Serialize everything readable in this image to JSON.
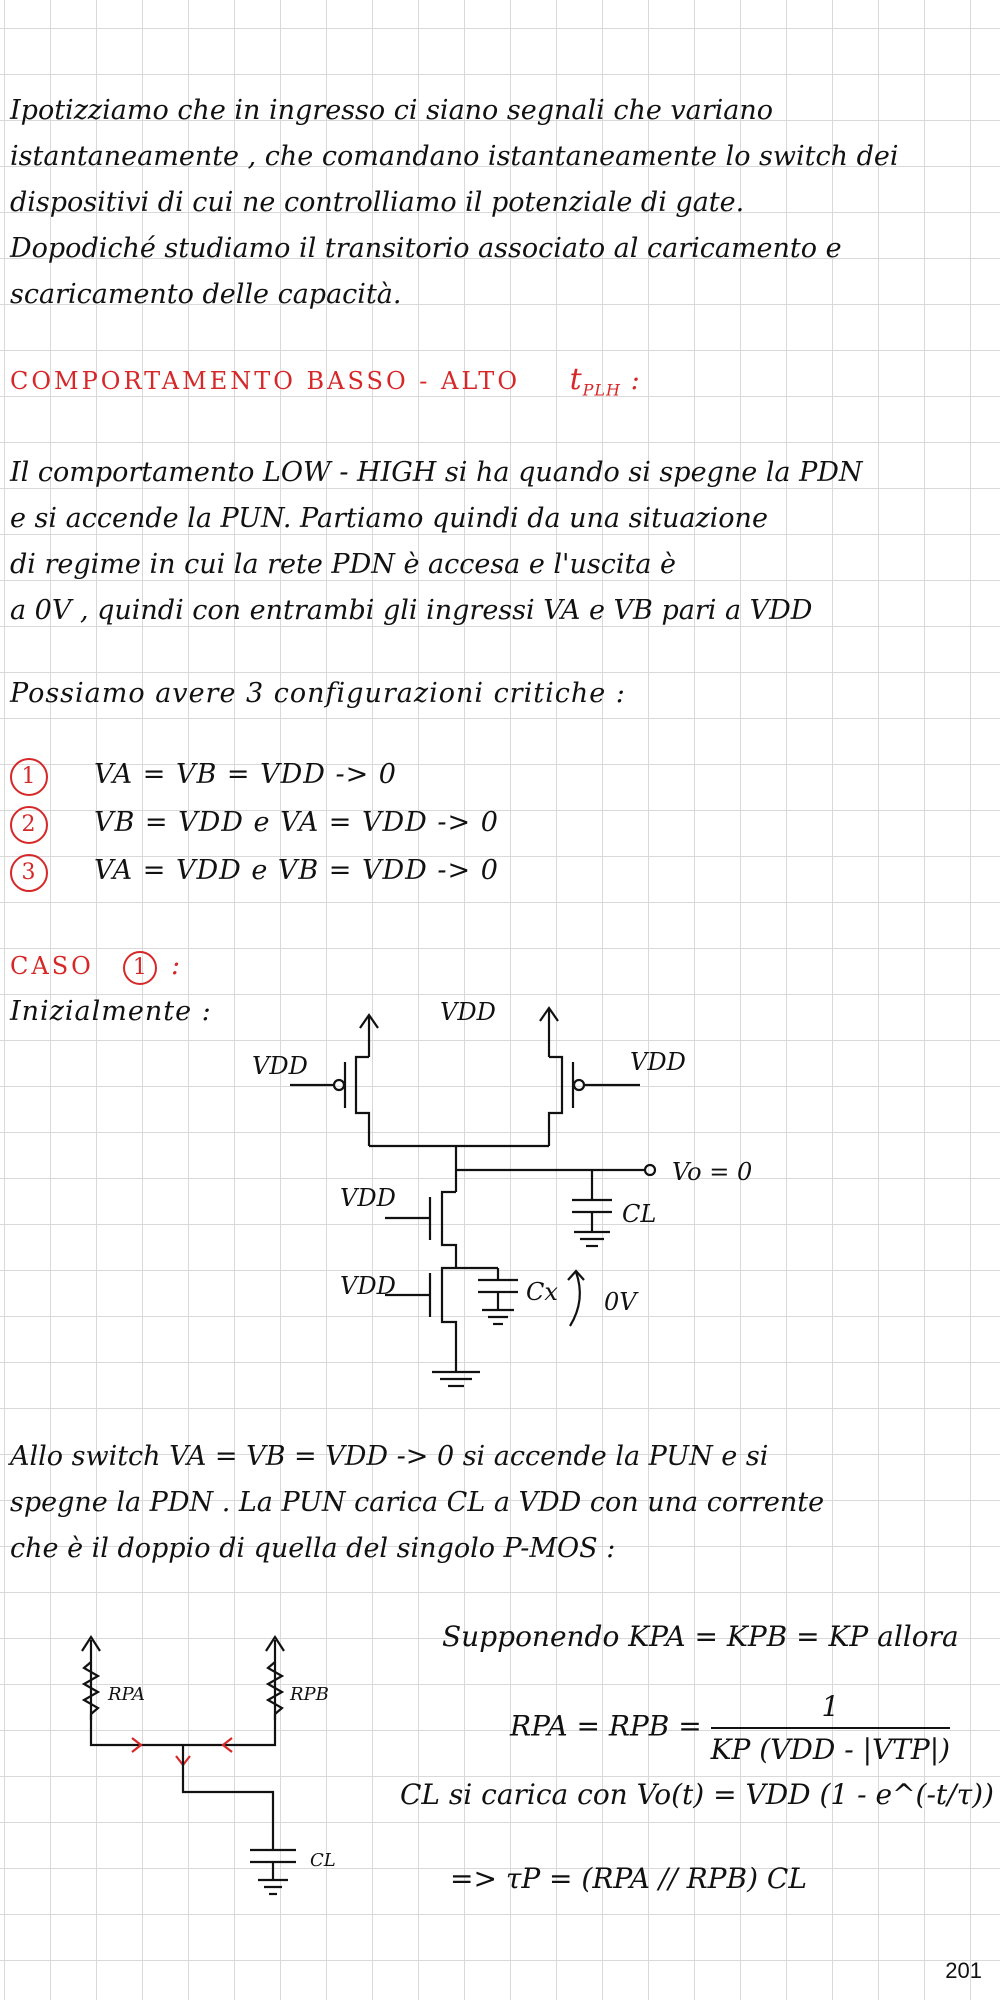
{
  "intro": {
    "lines": [
      "Ipotizziamo che in ingresso ci siano segnali che variano",
      "istantaneamente , che comandano istantaneamente lo switch dei",
      "dispositivi di cui ne controlliamo il potenziale di gate.",
      "Dopodiché studiamo il transitorio associato al caricamento e",
      "scaricamento delle capacità."
    ]
  },
  "section_heading": {
    "text": "COMPORTAMENTO BASSO - ALTO",
    "symbol": "t",
    "symbol_sub": "PLH",
    "suffix": ":"
  },
  "para2": {
    "lines": [
      "Il comportamento LOW - HIGH si ha quando si spegne la PDN",
      "e si accende la PUN. Partiamo quindi da una situazione",
      "di regime in cui la rete PDN è accesa e l'uscita è",
      "a 0V , quindi con entrambi gli ingressi VA e VB pari a VDD"
    ]
  },
  "configs_intro": "Possiamo avere 3 configurazioni critiche :",
  "configs": [
    {
      "num": "1",
      "text": "VA = VB = VDD -> 0"
    },
    {
      "num": "2",
      "text": "VB = VDD e VA = VDD -> 0"
    },
    {
      "num": "3",
      "text": "VA = VDD e VB = VDD -> 0"
    }
  ],
  "case1": {
    "label": "CASO",
    "num": "1",
    "suffix": ":",
    "initially": "Inizialmente :"
  },
  "circuit1": {
    "vdd_top": "VDD",
    "vdd_left_gate": "VDD",
    "vdd_right_gate": "VDD",
    "vdd_nmos_top": "VDD",
    "vdd_nmos_bottom": "VDD",
    "vout": "Vo = 0",
    "cl": "CL",
    "cx": "Cx",
    "cx_note": "0V"
  },
  "para3": {
    "lines": [
      "Allo switch VA = VB = VDD -> 0 si accende la PUN e si",
      "spegne la PDN . La PUN carica CL a VDD con una corrente",
      "che è il doppio di quella del singolo P-MOS :"
    ]
  },
  "circuit2": {
    "rpa": "RPA",
    "rpb": "RPB",
    "cl": "CL"
  },
  "equations": {
    "assumption": "Supponendo KPA = KPB = KP allora",
    "r_lhs": "RPA = RPB =",
    "r_num": "1",
    "r_den": "KP (VDD - |VTP|)",
    "charge": "CL si carica con Vo(t) = VDD (1 - e^(-t/τ))",
    "tau": "=>  τP = (RPA // RPB) CL"
  },
  "page_number": "201"
}
